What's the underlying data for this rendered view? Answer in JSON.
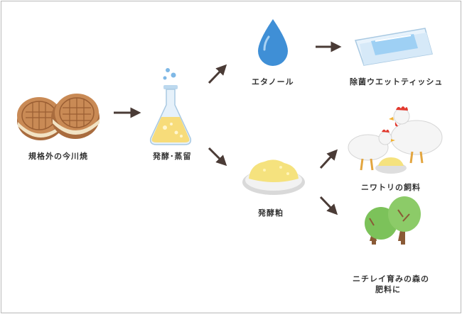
{
  "labels": {
    "imagawayaki": "規格外の今川焼",
    "fermentation": "発酵･蒸留",
    "ethanol": "エタノール",
    "tissue": "除菌ウエットティッシュ",
    "lees": "発酵粕",
    "chicken_feed": "ニワトリの飼料",
    "forest_line1": "ニチレイ育みの森の",
    "forest_line2": "肥料に"
  },
  "colors": {
    "arrow": "#4a3b36",
    "cake": "#b97a4a",
    "liquid": "#f7dc7a",
    "drop": "#3f8fd6",
    "tree_green": "#7cc25a",
    "trunk": "#8a5a36"
  }
}
